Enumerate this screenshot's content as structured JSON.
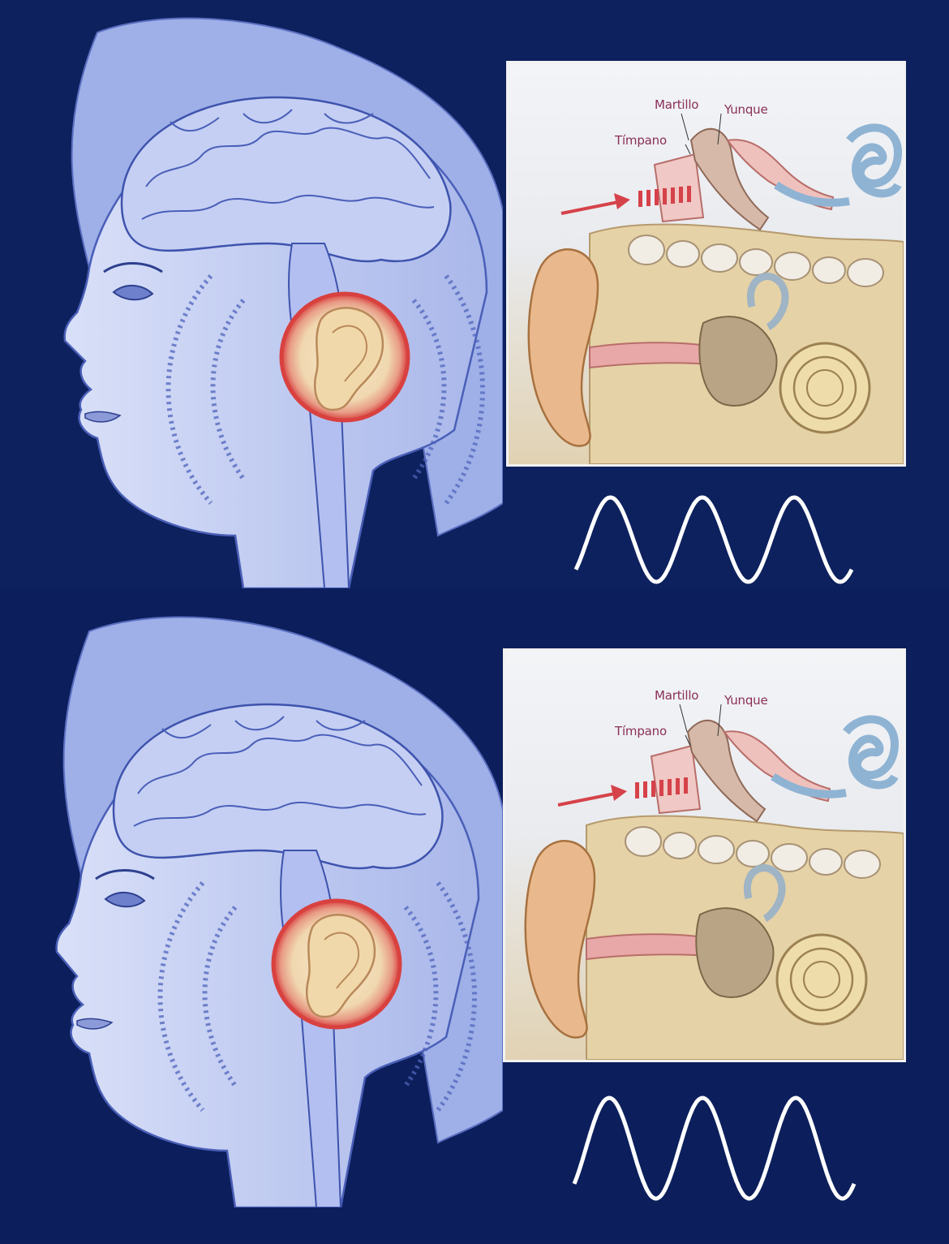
{
  "figures": [
    {
      "id": "top",
      "ear_labels": {
        "malleus": "Martillo",
        "incus": "Yunque",
        "eardrum": "Tímpano"
      },
      "wave_cycles": 3
    },
    {
      "id": "bottom",
      "ear_labels": {
        "malleus": "Martillo",
        "incus": "Yunque",
        "eardrum": "Tímpano"
      },
      "wave_cycles": 3
    }
  ],
  "colors": {
    "background": "#0c1f5c",
    "head_fill": "#b6c2ee",
    "head_line": "#4a5fb8",
    "ear_highlight": "#d8413f",
    "ear_skin": "#efd6a8",
    "label_text": "#8a2f58",
    "wave": "#ffffff"
  }
}
